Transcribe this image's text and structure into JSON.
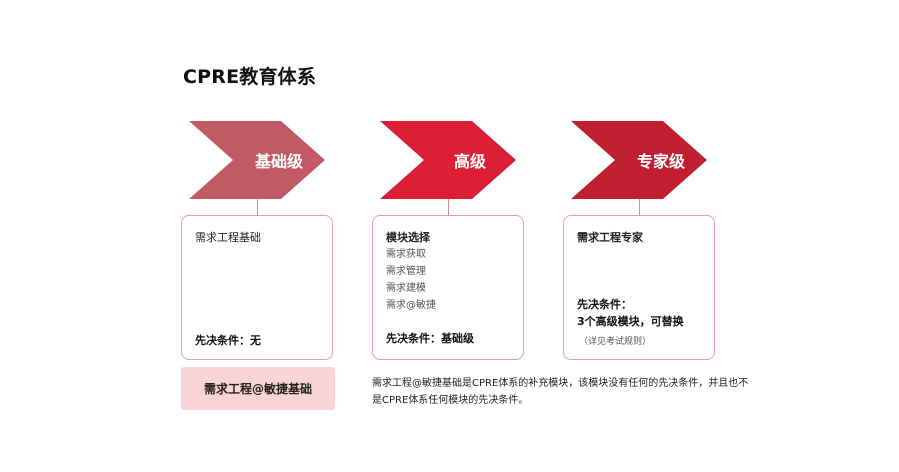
{
  "title": "CPRE教育体系",
  "levels": [
    {
      "label": "基础级",
      "color": "#c25a66",
      "card_head": "需求工程基础",
      "card_items": [],
      "prereq": "先决条件：无",
      "note": ""
    },
    {
      "label": "高级",
      "color": "#dc1f36",
      "card_head": "模块选择",
      "card_items": [
        "需求获取",
        "需求管理",
        "需求建模",
        "需求@敏捷"
      ],
      "prereq": "先决条件：基础级",
      "note": ""
    },
    {
      "label": "专家级",
      "color": "#c01f30",
      "card_head": "需求工程专家",
      "card_items": [],
      "prereq_lines": [
        "先决条件：",
        "3个高级模块，可替换"
      ],
      "note": "（详见考试规则）"
    }
  ],
  "agile_box": {
    "label": "需求工程@敏捷基础"
  },
  "description": "需求工程@敏捷基础是CPRE体系的补充模块，该模块没有任何的先决条件，并且也不是CPRE体系任何模块的先决条件。"
}
